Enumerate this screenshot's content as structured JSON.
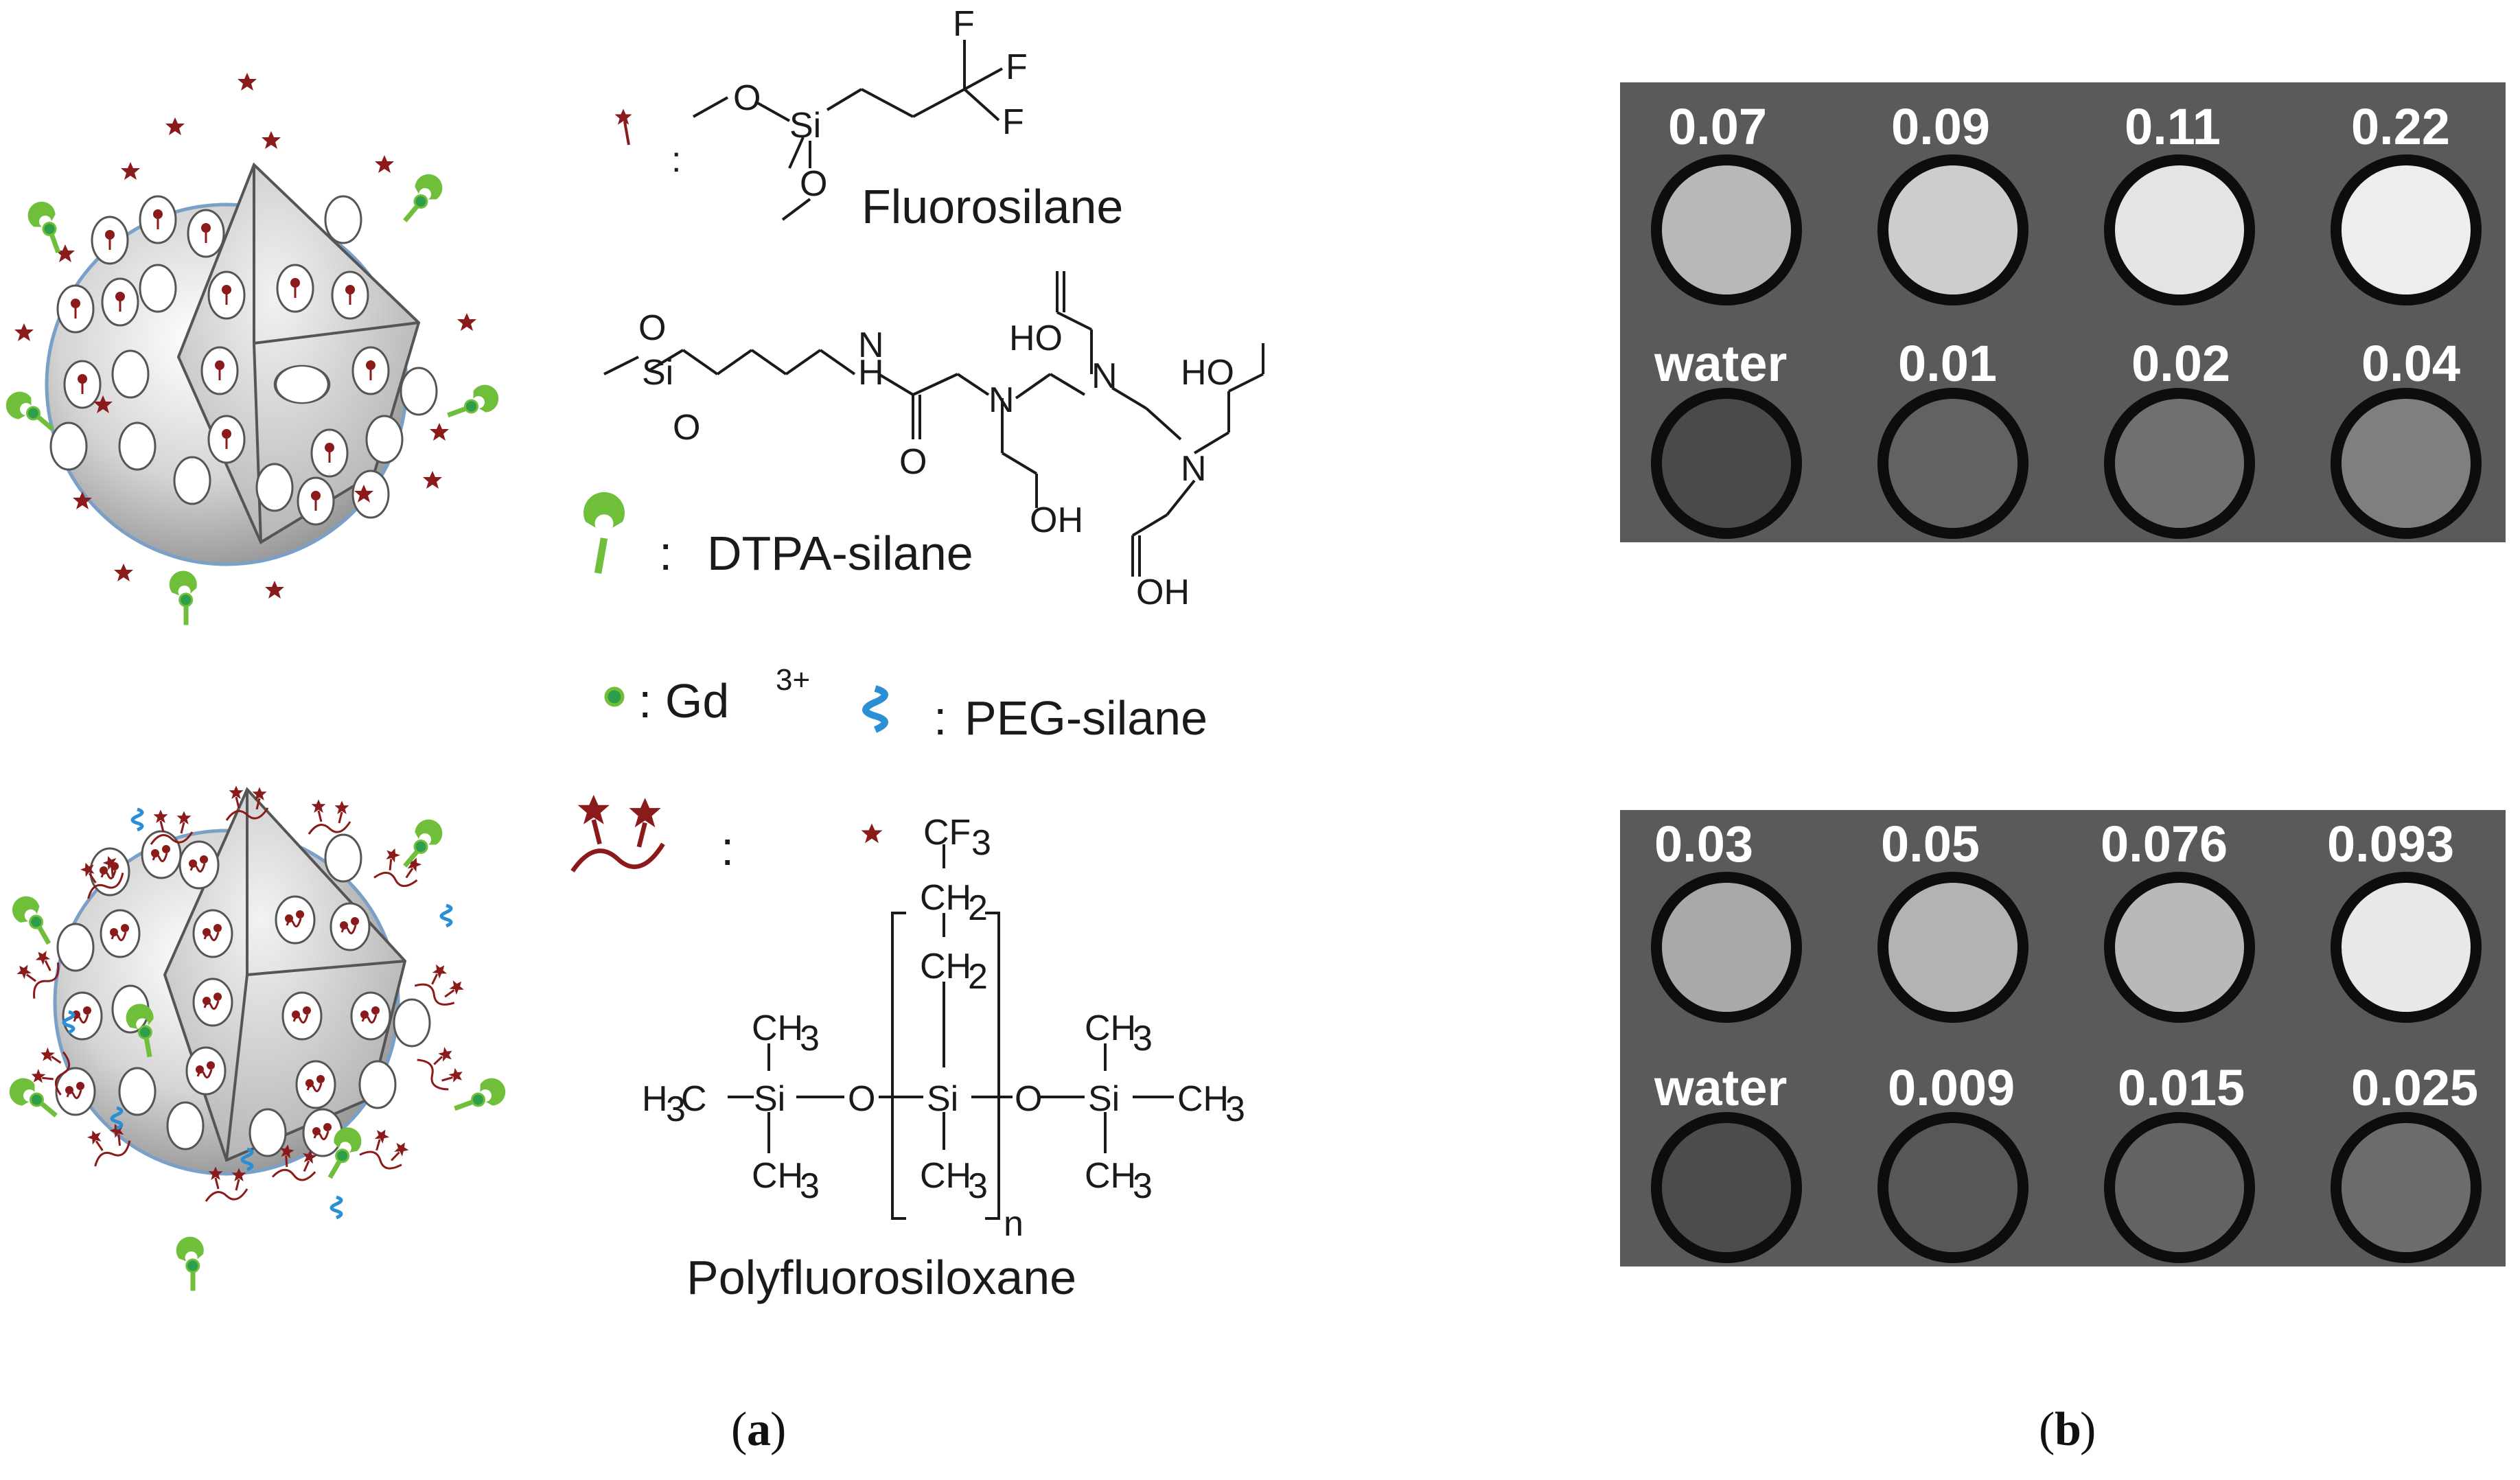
{
  "legend": {
    "fluorosilane": ":",
    "fluorosilane_name": "Fluorosilane",
    "dtpa_colon": ":",
    "dtpa_name": "DTPA-silane",
    "gd_colon": ": Gd",
    "gd_sup": "3+",
    "peg_colon": ":",
    "peg_name": "PEG-silane",
    "poly_colon": ":",
    "poly_name": "Polyfluorosiloxane"
  },
  "chem": {
    "F1": "F",
    "F2": "F",
    "F3": "F",
    "O": "O",
    "Si": "Si",
    "HO": "HO",
    "OH": "OH",
    "H": "H",
    "N": "N",
    "O2": "O",
    "CF3": "CF",
    "CF3_sub": "3",
    "CH2": "CH",
    "CH2_sub": "2",
    "CH3": "CH",
    "CH3_sub": "3",
    "H3C": "H",
    "H3C_sub": "3",
    "H3C_c": "C",
    "n": "n"
  },
  "panel_b": {
    "top_row1": [
      "0.07",
      "0.09",
      "0.11",
      "0.22"
    ],
    "top_row2": [
      "water",
      "0.01",
      "0.02",
      "0.04"
    ],
    "bottom_row1": [
      "0.03",
      "0.05",
      "0.076",
      "0.093"
    ],
    "bottom_row2": [
      "water",
      "0.009",
      "0.015",
      "0.025"
    ]
  },
  "captions": {
    "a_open": "(",
    "a": "a",
    "a_close": ")",
    "b_open": "(",
    "b": "b",
    "b_close": ")"
  },
  "colors": {
    "fluoro_red": "#8b1a1a",
    "dtpa_green": "#6fbf3a",
    "gd_green": "#2e9e4a",
    "peg_blue": "#2b8fd6",
    "mri_bg": "#5a5a5a"
  }
}
